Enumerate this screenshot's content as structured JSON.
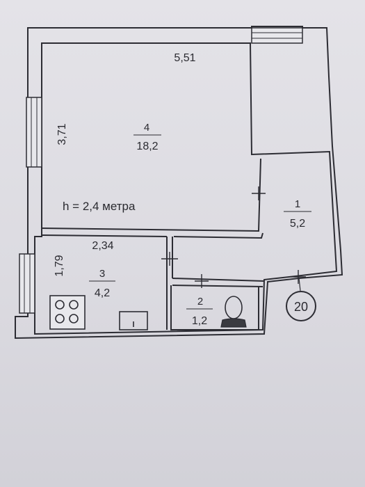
{
  "plan": {
    "overall_width": "5,51",
    "main_room_depth": "3,71",
    "ceiling_height": "h = 2,4 метра",
    "kitchen_width": "2,34",
    "kitchen_depth": "1,79",
    "apartment_number": "20"
  },
  "rooms": [
    {
      "number": "4",
      "area": "18,2"
    },
    {
      "number": "1",
      "area": "5,2"
    },
    {
      "number": "3",
      "area": "4,2"
    },
    {
      "number": "2",
      "area": "1,2"
    }
  ],
  "icons": {
    "stove": "stove-icon",
    "sink": "sink-icon",
    "toilet": "toilet-icon",
    "window": "window-icon",
    "door": "door-icon"
  },
  "colors": {
    "paper": "#dedde3",
    "ink": "#2c2c33"
  }
}
